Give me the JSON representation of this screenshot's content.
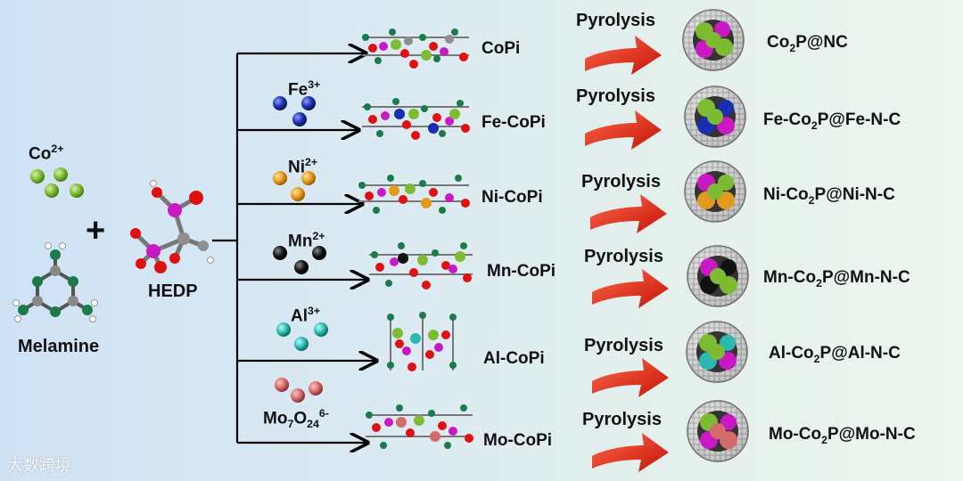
{
  "colors": {
    "cobalt": "#7dbb32",
    "iron": "#1a2fb0",
    "nickel": "#e39a1c",
    "manganese": "#111111",
    "aluminum": "#2bb8b0",
    "molybdenum": "#d46a6a",
    "phosphorus": "#c918c4",
    "oxygen": "#e01010",
    "carbon": "#8f8f8f",
    "nitrogen": "#1d7a4a",
    "hydrogen": "#ffffff",
    "arrow": "#e8251a"
  },
  "reagents": {
    "co_ion": {
      "base": "Co",
      "sup": "2+"
    },
    "melamine": "Melamine",
    "plus": "+",
    "hedp": "HEDP"
  },
  "icons": [
    "cobalt-ion-cluster",
    "melamine-molecule",
    "hedp-molecule",
    "precursor-structure",
    "pyrolysis-arrow",
    "core-shell-nanoparticle"
  ],
  "rows": [
    {
      "ion": null,
      "precursor": "CoPi",
      "pyrolysis": "Pyrolysis",
      "product": {
        "a": "Co",
        "a_sub": "2",
        "b": "P@NC"
      }
    },
    {
      "ion": {
        "base": "Fe",
        "sub": "",
        "sub2": "",
        "sup": "3+"
      },
      "precursor": "Fe-CoPi",
      "pyrolysis": "Pyrolysis",
      "product": {
        "a": "Fe-Co",
        "a_sub": "2",
        "b": "P@Fe-N-C"
      }
    },
    {
      "ion": {
        "base": "Ni",
        "sub": "",
        "sub2": "",
        "sup": "2+"
      },
      "precursor": "Ni-CoPi",
      "pyrolysis": "Pyrolysis",
      "product": {
        "a": "Ni-Co",
        "a_sub": "2",
        "b": "P@Ni-N-C"
      }
    },
    {
      "ion": {
        "base": "Mn",
        "sub": "",
        "sub2": "",
        "sup": "2+"
      },
      "precursor": "Mn-CoPi",
      "pyrolysis": "Pyrolysis",
      "product": {
        "a": "Mn-Co",
        "a_sub": "2",
        "b": "P@Mn-N-C"
      }
    },
    {
      "ion": {
        "base": "Al",
        "sub": "",
        "sub2": "",
        "sup": "3+"
      },
      "precursor": "Al-CoPi",
      "pyrolysis": "Pyrolysis",
      "product": {
        "a": "Al-Co",
        "a_sub": "2",
        "b": "P@Al-N-C"
      }
    },
    {
      "ion": {
        "base": "Mo",
        "sub": "7",
        "mid": "O",
        "sub2": "24",
        "sup": "6-"
      },
      "precursor": "Mo-CoPi",
      "pyrolysis": "Pyrolysis",
      "product": {
        "a": "Mo-Co",
        "a_sub": "2",
        "b": "P@Mo-N-C"
      }
    }
  ],
  "watermark": "大数跨境"
}
